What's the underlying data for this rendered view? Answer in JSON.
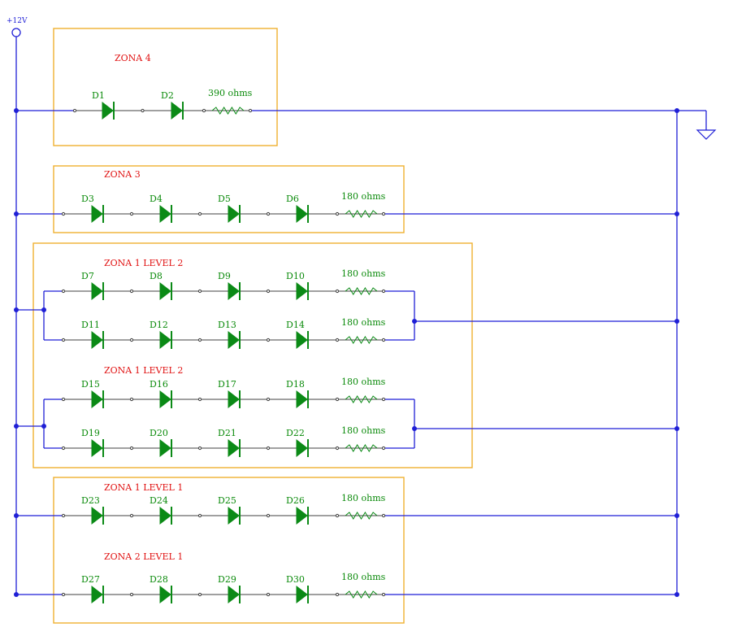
{
  "supply_label": "+12V",
  "zones": [
    {
      "label": "ZONA 4"
    },
    {
      "label": "ZONA 3"
    },
    {
      "label": "ZONA 1 LEVEL 2"
    },
    {
      "label": "ZONA 1 LEVEL 2"
    },
    {
      "label": "ZONA 1 LEVEL 1"
    },
    {
      "label": "ZONA 2 LEVEL 1"
    }
  ],
  "branches": [
    {
      "diodes": [
        "D1",
        "D2"
      ],
      "resistor": "390 ohms"
    },
    {
      "diodes": [
        "D3",
        "D4",
        "D5",
        "D6"
      ],
      "resistor": "180 ohms"
    },
    {
      "diodes": [
        "D7",
        "D8",
        "D9",
        "D10"
      ],
      "resistor": "180 ohms"
    },
    {
      "diodes": [
        "D11",
        "D12",
        "D13",
        "D14"
      ],
      "resistor": "180 ohms"
    },
    {
      "diodes": [
        "D15",
        "D16",
        "D17",
        "D18"
      ],
      "resistor": "180 ohms"
    },
    {
      "diodes": [
        "D19",
        "D20",
        "D21",
        "D22"
      ],
      "resistor": "180 ohms"
    },
    {
      "diodes": [
        "D23",
        "D24",
        "D25",
        "D26"
      ],
      "resistor": "180 ohms"
    },
    {
      "diodes": [
        "D27",
        "D28",
        "D29",
        "D30"
      ],
      "resistor": "180 ohms"
    }
  ],
  "colors": {
    "wire": "#1f1fd6",
    "component": "#0b8a16",
    "zone_border": "#f0b030",
    "zone_label": "#e01010"
  }
}
